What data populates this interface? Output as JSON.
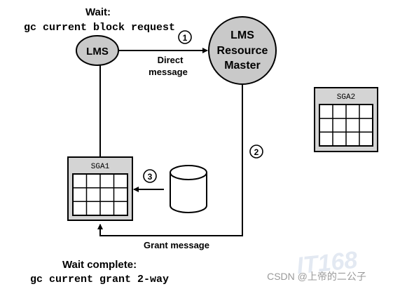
{
  "wait_label": "Wait:",
  "wait_event": "gc current block request",
  "lms_label": "LMS",
  "master_lines": [
    "LMS",
    "Resource",
    "Master"
  ],
  "step1": "1",
  "step2": "2",
  "step3": "3",
  "direct_message_lines": [
    "Direct",
    "message"
  ],
  "sga1_label": "SGA1",
  "sga2_label": "SGA2",
  "grant_message": "Grant message",
  "wait_complete_label": "Wait complete:",
  "wait_complete_event": "gc current grant 2-way",
  "watermark_text": "CSDN @上帝的二公子",
  "watermark_logo": "IT168",
  "colors": {
    "node_fill": "#c9c9c9",
    "sga_fill": "#d4d4d4",
    "line": "#000000"
  }
}
